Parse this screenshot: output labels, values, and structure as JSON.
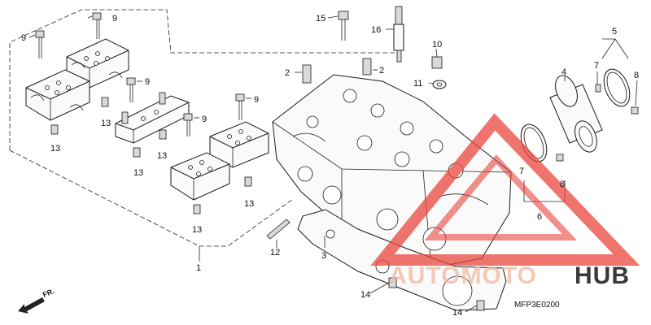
{
  "part_labels": {
    "l1": "1",
    "l2a": "2",
    "l2b": "2",
    "l3": "3",
    "l4": "4",
    "l5": "5",
    "l6": "6",
    "l7a": "7",
    "l7b": "7",
    "l8a": "8",
    "l8b": "8",
    "l9a": "9",
    "l9b": "9",
    "l9c": "9",
    "l9d": "9",
    "l9e": "9",
    "l10": "10",
    "l11": "11",
    "l12": "12",
    "l13a": "13",
    "l13b": "13",
    "l13c": "13",
    "l13d": "13",
    "l13e": "13",
    "l13f": "13",
    "l14a": "14",
    "l14b": "14",
    "l15": "15",
    "l16": "16"
  },
  "direction_label": "FR.",
  "diagram_code": "MFP3E0200",
  "watermark": {
    "prefix": "AUTOMOTO",
    "suffix": "HUB",
    "triangle_color": "#e8453c",
    "prefix_color": "#f0b9a0",
    "suffix_color": "#3a3a3a"
  }
}
